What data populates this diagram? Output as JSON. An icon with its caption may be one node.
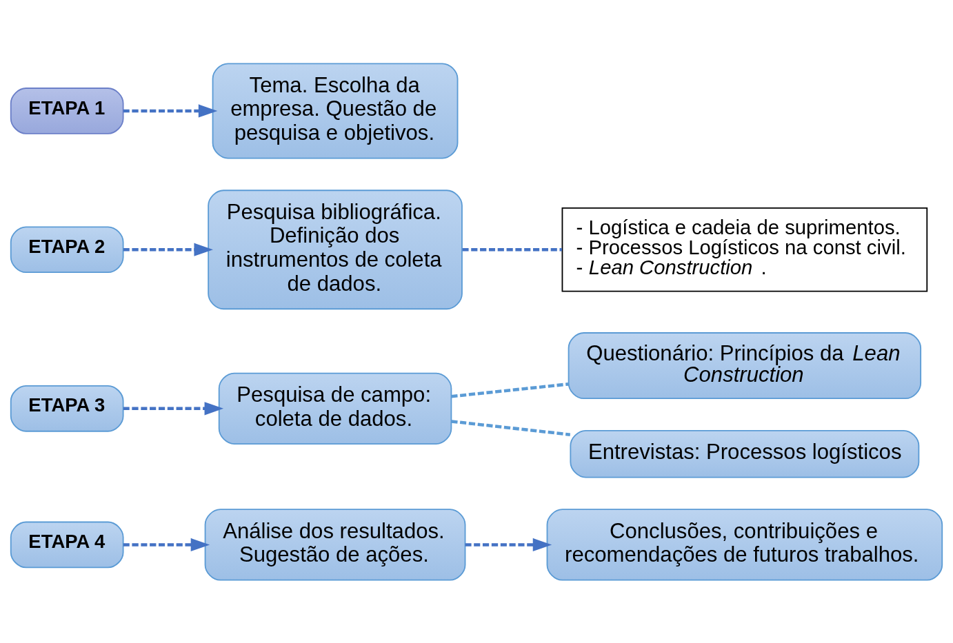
{
  "diagram": {
    "nodes": [
      {
        "text": [
          "ETAPA 1"
        ]
      },
      {
        "text": [
          "Tema. Escolha da empresa. Questão de pesquisa e objetivos."
        ]
      },
      {
        "text": [
          "ETAPA 2"
        ]
      },
      {
        "text": [
          "Pesquisa bibliográfica. Definição dos instrumentos de coleta de dados."
        ]
      },
      {
        "text": [
          "- Logística e cadeia de suprimentos.",
          "- Processos Logísticos na const civil.",
          "- *Lean Construction* ."
        ]
      },
      {
        "text": [
          "ETAPA 3"
        ]
      },
      {
        "text": [
          "Pesquisa de campo: coleta de dados."
        ]
      },
      {
        "text": [
          "Entrevistas: Processos logísticos"
        ]
      },
      {
        "text": [
          "Questionário: Princípios da *Lean Construction*"
        ]
      },
      {
        "text": [
          "ETAPA 4"
        ]
      },
      {
        "text": [
          "Análise dos resultados. Sugestão de ações."
        ]
      },
      {
        "text": [
          "Conclusões, contribuições e recomendações de futuros trabalhos."
        ]
      }
    ],
    "edges": [
      {
        "from": 0,
        "to": 1,
        "arrow": "to",
        "style": "dashed"
      },
      {
        "from": 2,
        "to": 3,
        "arrow": "to",
        "style": "dashed"
      },
      {
        "from": 3,
        "to": 4,
        "arrow": "none",
        "style": "dashed"
      },
      {
        "from": 5,
        "to": 6,
        "arrow": "to",
        "style": "dashed"
      },
      {
        "from": 6,
        "to": 7,
        "arrow": "none",
        "style": "dashed",
        "color": "#5b9bd5"
      },
      {
        "from": 6,
        "to": 8,
        "arrow": "none",
        "style": "dashed",
        "color": "#5b9bd5"
      },
      {
        "from": 9,
        "to": 10,
        "arrow": "to",
        "style": "dashed"
      },
      {
        "from": 10,
        "to": 11,
        "arrow": "to",
        "style": "dashed"
      }
    ]
  }
}
